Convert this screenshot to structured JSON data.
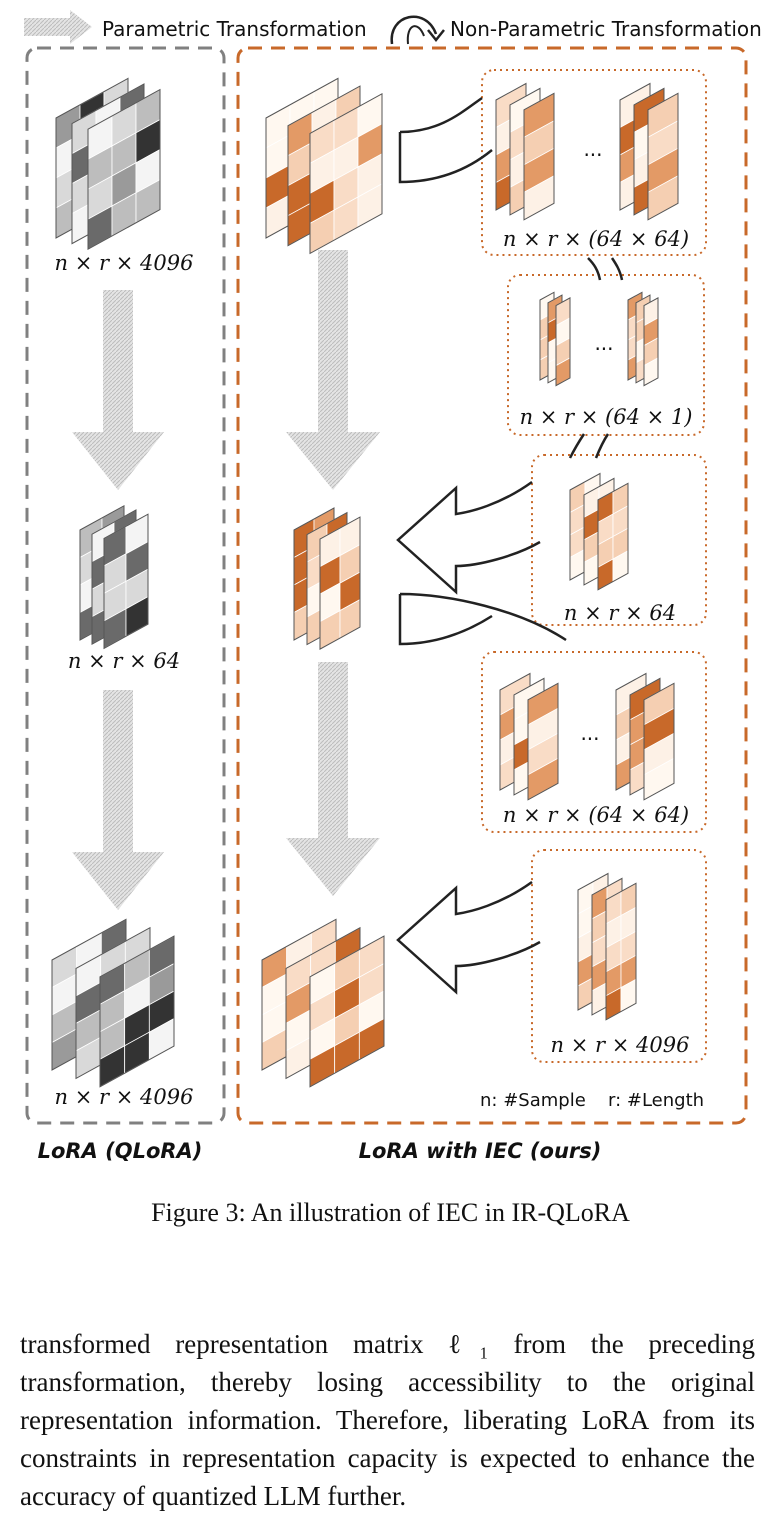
{
  "legend": {
    "parametric": "Parametric Transformation",
    "nonparametric": "Non-Parametric Transformation"
  },
  "left_panel": {
    "label": "LoRA (QLoRA)",
    "dims": [
      "n × r × 4096",
      "n × r × 64",
      "n × r × 4096"
    ]
  },
  "right_panel": {
    "label": "LoRA with IEC (ours)",
    "dims": [
      "n × r × (64 × 64)",
      "n × r × (64 × 1)",
      "n × r × 64",
      "n × r × (64 × 64)",
      "n × r × 4096"
    ],
    "ellipsis": "...",
    "notes": {
      "n": "n: #Sample",
      "r": "r: #Length"
    }
  },
  "caption": "Figure 3: An illustration of IEC in IR-QLoRA",
  "body": "transformed representation matrix ℓ₁ from the preceding transformation, thereby losing accessibility to the original representation information. Therefore, liberating LoRA from its constraints in representation capacity is expected to enhance the accuracy of quantized LLM further.",
  "colors": {
    "orange_dark": "#c8692a",
    "orange_mid": "#e39a66",
    "orange_light": "#f5cfb2",
    "orange_pale": "#fdf1e6",
    "gray_dark": "#333333",
    "gray_mid": "#9a9a9a",
    "gray_light": "#d9d9d9",
    "box_orange": "#c8692a",
    "box_gray": "#808080"
  }
}
